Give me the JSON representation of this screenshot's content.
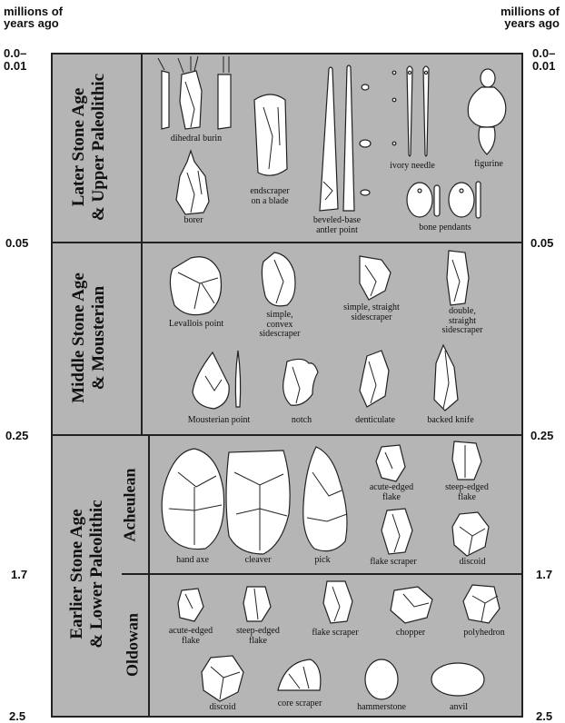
{
  "headers": {
    "left": [
      "millions of",
      "years ago"
    ],
    "right": [
      "millions of",
      "years ago"
    ]
  },
  "ticks": {
    "t0": [
      "0.0–",
      "0.01"
    ],
    "t005": "0.05",
    "t025": "0.25",
    "t17": "1.7",
    "t25": "2.5"
  },
  "periods": {
    "later": [
      "Later Stone Age",
      "& Upper Paleolithic"
    ],
    "middle": [
      "Middle Stone Age",
      "& Mousterian"
    ],
    "earlier": [
      "Earlier Stone Age",
      "& Lower Paleolithic"
    ],
    "acheulean": "Acheulean",
    "oldowan": "Oldowan"
  },
  "later_tools": {
    "dihedral_burin": "dihedral burin",
    "borer": "borer",
    "endscraper": [
      "endscraper",
      "on a blade"
    ],
    "beveled": [
      "beveled-base",
      "antler point"
    ],
    "needle": "ivory needle",
    "figurine": "figurine",
    "pendants": "bone pendants"
  },
  "middle_tools": {
    "levallois": "Levallois point",
    "simple_convex": [
      "simple,",
      "convex",
      "sidescraper"
    ],
    "simple_straight": [
      "simple, straight",
      "sidescraper"
    ],
    "double_straight": [
      "double,",
      "straight",
      "sidescraper"
    ],
    "mousterian": "Mousterian point",
    "notch": "notch",
    "denticulate": "denticulate",
    "backed_knife": "backed knife"
  },
  "acheulean_tools": {
    "hand_axe": "hand axe",
    "cleaver": "cleaver",
    "pick": "pick",
    "acute_flake": [
      "acute-edged",
      "flake"
    ],
    "steep_flake": [
      "steep-edged",
      "flake"
    ],
    "flake_scraper": "flake scraper",
    "discoid": "discoid"
  },
  "oldowan_tools": {
    "acute_flake": [
      "acute-edged",
      "flake"
    ],
    "steep_flake": [
      "steep-edged",
      "flake"
    ],
    "flake_scraper": "flake scraper",
    "chopper": "chopper",
    "polyhedron": "polyhedron",
    "discoid": "discoid",
    "core_scraper": "core scraper",
    "hammerstone": "hammerstone",
    "anvil": "anvil"
  }
}
